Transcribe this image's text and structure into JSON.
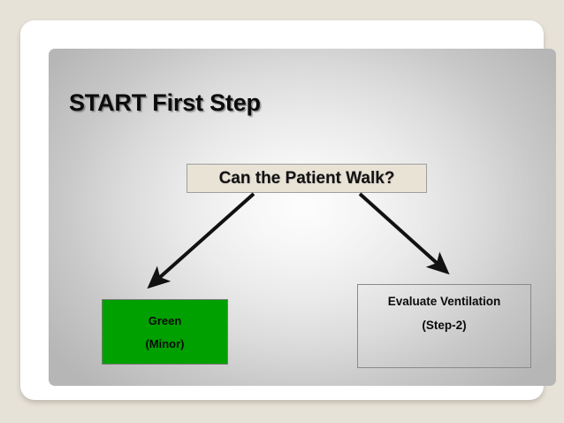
{
  "slide": {
    "title": "START First Step",
    "background_outer": "#e7e2d8",
    "background_canvas_center": "#fdfdfd",
    "background_canvas_edge": "#b6b6b6"
  },
  "flowchart": {
    "type": "decision-tree",
    "question_node": {
      "text": "Can the Patient Walk?",
      "fill": "#e9e3d6",
      "border": "#9e9e9e"
    },
    "branches": [
      {
        "direction": "left",
        "arrow": "down-left-arrow",
        "target": "green-minor-node"
      },
      {
        "direction": "right",
        "arrow": "down-right-arrow",
        "target": "evaluate-ventilation-node"
      }
    ],
    "outcome_nodes": [
      {
        "id": "green-minor-node",
        "lines": [
          "Green",
          "(Minor)"
        ],
        "fill": "#00a000",
        "border": "#7a7a7a",
        "text_color": "#0a0a0a"
      },
      {
        "id": "evaluate-ventilation-node",
        "lines": [
          "Evaluate Ventilation",
          "(Step-2)"
        ],
        "fill": "transparent",
        "border": "#8a8a8a",
        "text_color": "#0a0a0a"
      }
    ],
    "arrow_color": "#111111"
  }
}
